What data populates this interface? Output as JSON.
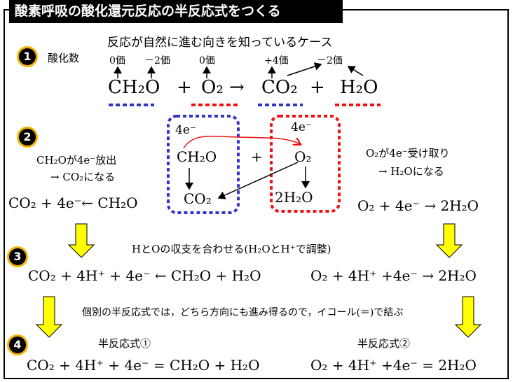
{
  "title": "酸素呼吸の酸化還元反応の半反応式をつくる",
  "step_numbers": [
    "1",
    "2",
    "3",
    "4"
  ],
  "s1": {
    "label": "酸化数",
    "case": "反応が自然に進む向きを知っているケース",
    "ox": [
      "0価",
      "－2価",
      "0価",
      "+4価",
      "－2価"
    ],
    "eq": [
      "CH₂O",
      "+",
      "O₂",
      "→",
      "CO₂",
      "+",
      "H₂O"
    ],
    "colors": {
      "blue": "#3333cc",
      "red": "#ee1111"
    }
  },
  "s2": {
    "e_left": "4e⁻",
    "e_right": "4e⁻",
    "box_left_top": "CH₂O",
    "box_left_bottom": "CO₂",
    "plus": "+",
    "box_right_top": "O₂",
    "box_right_bottom": "2H₂O",
    "left_desc1": "CH₂Oが4e⁻放出",
    "left_desc2": "→  CO₂になる",
    "right_desc1": "O₂が4e⁻受け取り",
    "right_desc2": "→   H₂Oになる",
    "left_eq": "CO₂ + 4e⁻← CH₂O",
    "right_eq": "O₂  + 4e⁻ → 2H₂O"
  },
  "s3": {
    "note": "HとOの収支を合わせる(H₂OとH⁺で調整)",
    "left_eq": "CO₂ + 4H⁺ + 4e⁻ ← CH₂O + H₂O",
    "right_eq": "O₂  + 4H⁺ +4e⁻ → 2H₂O"
  },
  "s4": {
    "note": "個別の半反応式では，どちら方向にも進み得るので，イコール(＝)で結ぶ",
    "left_label": "半反応式①",
    "right_label": "半反応式②",
    "left_eq": "CO₂ + 4H⁺ + 4e⁻  =  CH₂O + H₂O",
    "right_eq": "O₂  + 4H⁺ +4e⁻  =  2H₂O"
  }
}
